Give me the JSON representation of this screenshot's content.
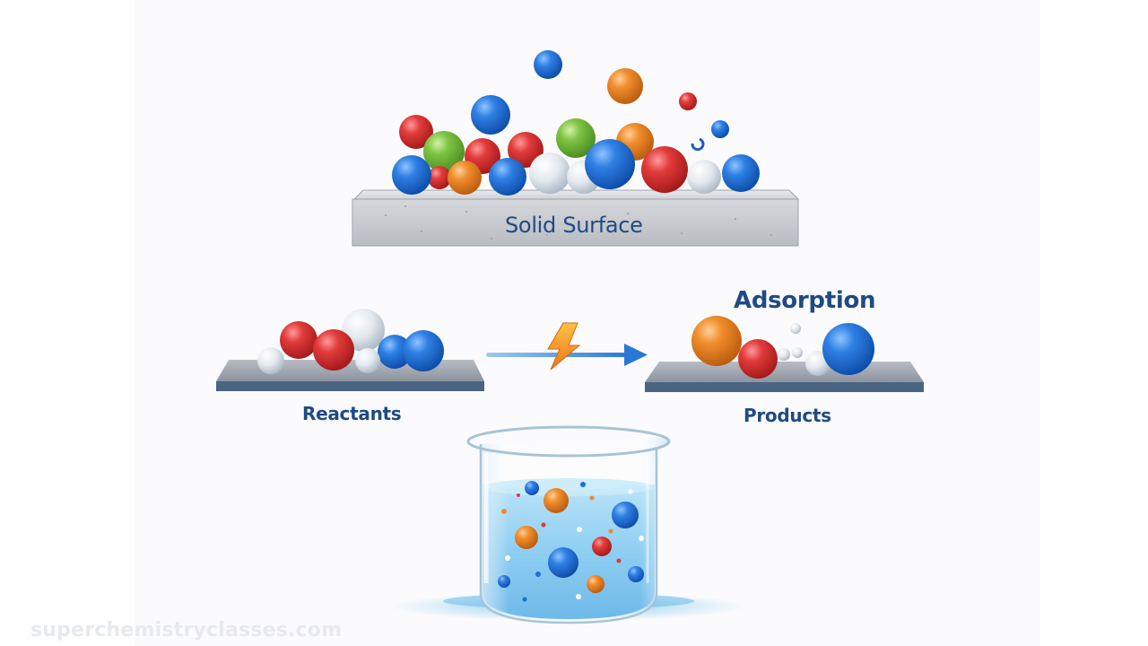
{
  "labels": {
    "solid_surface": "Solid Surface",
    "adsorption": "Adsorption",
    "reactants": "Reactants",
    "products": "Products"
  },
  "watermark": "superchemistryclasses.com",
  "icons": {
    "energy": "lightning-bolt-icon",
    "direction": "arrow-right-icon"
  },
  "colors": {
    "label_text": "#1f4a84",
    "molecule_blue": "#1e6fd6",
    "molecule_red": "#e03838",
    "molecule_orange": "#ee8a2a",
    "molecule_green": "#7cc242",
    "molecule_white": "#dfe6ee",
    "surface_grey": "#c9ccd1",
    "water": "#6ec3ee",
    "bolt": "#f2a12b"
  }
}
